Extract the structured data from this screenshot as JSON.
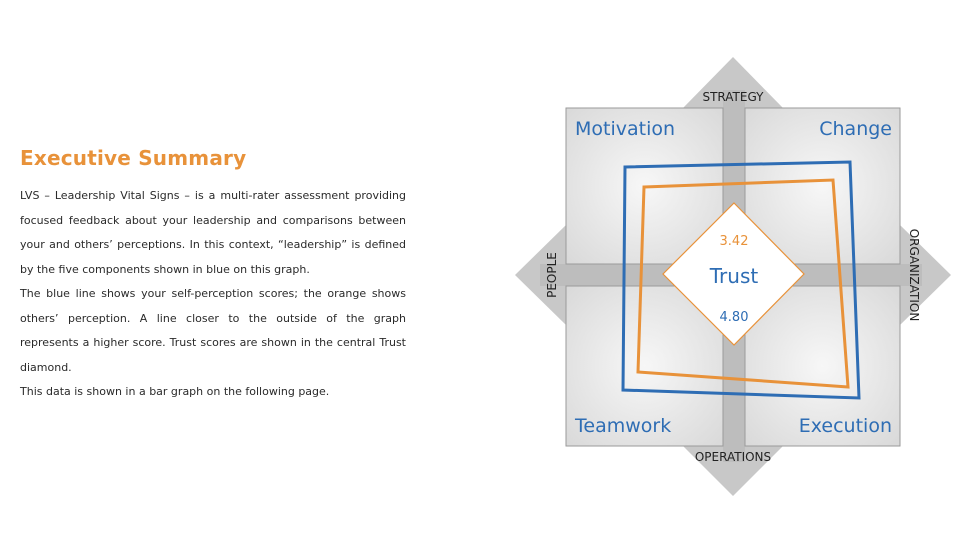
{
  "summary": {
    "title": "Executive Summary",
    "paragraphs": [
      "LVS – Leadership Vital Signs – is a multi-rater assessment providing focused feedback about your leadership and comparisons between your and others’ perceptions. In this context, “leadership” is defined by the five components shown in blue on this graph.",
      "The blue line shows your self-perception scores; the orange shows others’ perception. A line closer to the outside of the graph represents a higher score. Trust scores are shown in the central Trust diamond.",
      "This data is shown in a bar graph on the following page."
    ]
  },
  "diagram": {
    "axes": {
      "top": "STRATEGY",
      "left": "PEOPLE",
      "right": "ORGANIZATION",
      "bottom": "OPERATIONS"
    },
    "quadrants": {
      "top_left": "Motivation",
      "top_right": "Change",
      "bottom_left": "Teamwork",
      "bottom_right": "Execution"
    },
    "trust": {
      "label": "Trust",
      "others_score": "3.42",
      "self_score": "4.80"
    },
    "colors": {
      "self": "#2e6db4",
      "others": "#e8923a",
      "label_blue": "#2e6db4",
      "quadrant_fill": "#dcdcdc",
      "arrow_fill": "#c8c8c8"
    }
  }
}
